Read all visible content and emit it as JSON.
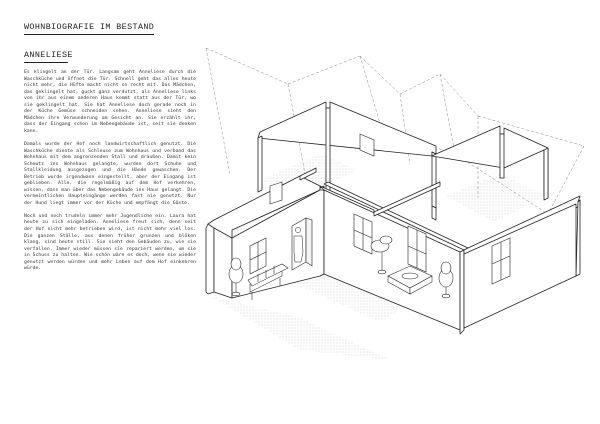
{
  "header": {
    "title": "WOHNBIOGRAFIE IM BESTAND",
    "subtitle": "ANNELIESE"
  },
  "text": {
    "p1": "Es klingelt an der Tür. Langsam geht Anneliese durch die Waschküche und öffnet die Tür. Schnell geht das alles heute nicht mehr, die Hüfte macht nicht so recht mit. Das Mädchen, das geklingelt hat, guckt ganz verdutzt, als Anneliese links von ihr aus einem anderen Haus kommt statt aus der Tür, wo sie geklingelt hat. Sie hat Anneliese doch gerade noch in der Küche Gemüse schneiden sehen. Anneliese sieht den Mädchen ihre Verwunderung am Gesicht an. Sie erzählt ihr, dass der Eingang schon im Nebengebäude ist, seit sie denken kann.",
    "p2": "Damals wurde der Hof noch landwirtschaftlich genutzt. Die Waschküche diente als Schleuse zum Wohnhaus und verband das Wohnhaus mit dem angrenzenden Stall und draußen. Damit kein Schmutz ins Wohnhaus gelangte, wurden dort Schuhe und Stallkleidung ausgezogen und die Hände gewaschen. Der Betrieb wurde irgendwann eingestellt, aber der Eingang ist geblieben. Alle, die regelmäßig auf dem Hof verkehren, wissen, dass man über das Nebengebäude ins Haus gelangt. Die vermeintlichen Haupteingänge werden fast nie genutzt. Nur der Hund liegt immer vor der Küche und empfängt die Gäste.",
    "p3": "Noch und noch trudeln immer mehr Jugendliche ein. Laura hat heute zu sich eingeladen. Anneliese freut sich, denn seit der Hof nicht mehr betrieben wird, ist nicht mehr viel los. Die ganzen Ställe, aus denen früher grunzen und blöken klang, sind heute still. Sie sieht den Gebäuden zu, wie sie verfallen. Immer wieder müssen sie repariert werden, um sie in Schuss zu halten. Wie schön wäre es doch, wenn sie wieder genutzt werden würden und mehr Leben auf dem Hof einkehren würde."
  },
  "colors": {
    "ink": "#222222",
    "text": "#333333",
    "background": "#ffffff"
  }
}
